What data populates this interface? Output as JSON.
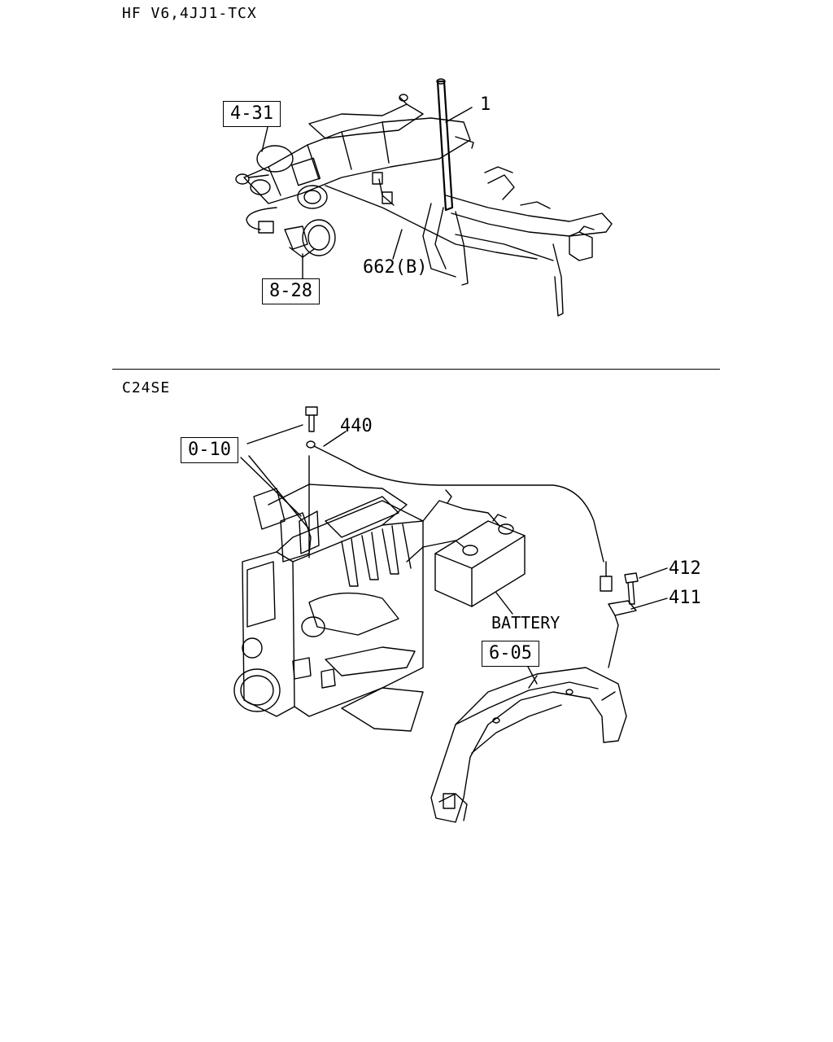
{
  "top_section": {
    "caption": "HF V6,4JJ1-TCX",
    "ref_boxes": {
      "a": "4-31",
      "b": "8-28"
    },
    "callouts": {
      "part_1": "1",
      "part_662b": "662(B)"
    }
  },
  "bottom_section": {
    "caption": "C24SE",
    "ref_boxes": {
      "a": "0-10",
      "b": "6-05"
    },
    "callouts": {
      "part_440": "440",
      "part_412": "412",
      "part_411": "411",
      "battery": "BATTERY"
    }
  }
}
